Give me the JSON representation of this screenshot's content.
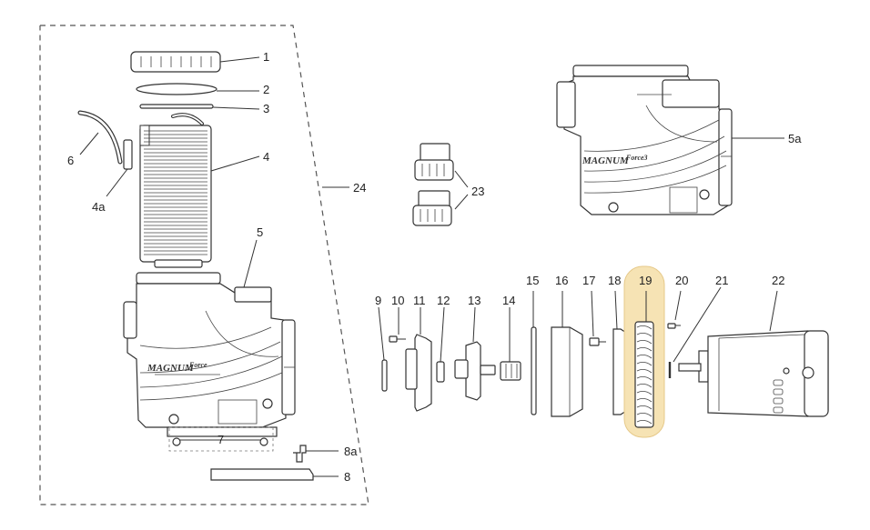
{
  "diagram": {
    "labels": {
      "p1": "1",
      "p2": "2",
      "p3": "3",
      "p4": "4",
      "p4a": "4a",
      "p5": "5",
      "p5a": "5a",
      "p6": "6",
      "p7": "7",
      "p8": "8",
      "p8a": "8a",
      "p9": "9",
      "p10": "10",
      "p11": "11",
      "p12": "12",
      "p13": "13",
      "p14": "14",
      "p15": "15",
      "p16": "16",
      "p17": "17",
      "p18": "18",
      "p19": "19",
      "p20": "20",
      "p21": "21",
      "p22": "22",
      "p23": "23",
      "p24": "24"
    },
    "brand_text": "MAGNUM",
    "brand_suffix_front": "Force",
    "brand_suffix_back": "Force3",
    "highlight_color": "#f6e3b4",
    "line_color": "#333333"
  }
}
